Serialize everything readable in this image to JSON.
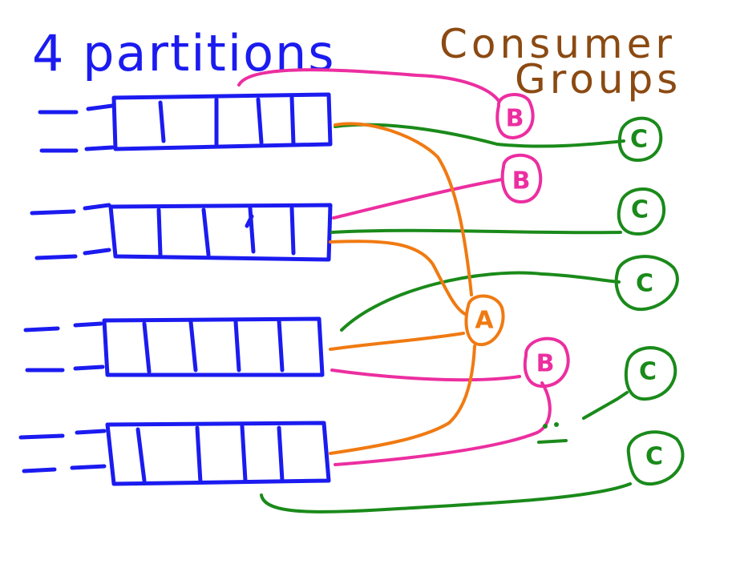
{
  "diagram": {
    "title_left": "4 partitions",
    "title_right_line1": "Consumer",
    "title_right_line2": "Groups",
    "consumer_b_label": "B",
    "consumer_a_label": "A",
    "consumer_c_label": "C",
    "sad_face": ":("
  },
  "colors": {
    "partition": "#1b1bf0",
    "title_right": "#8b4a12",
    "group_a": "#f07a12",
    "group_b": "#ec2ea0",
    "group_c": "#1a8a1a"
  }
}
